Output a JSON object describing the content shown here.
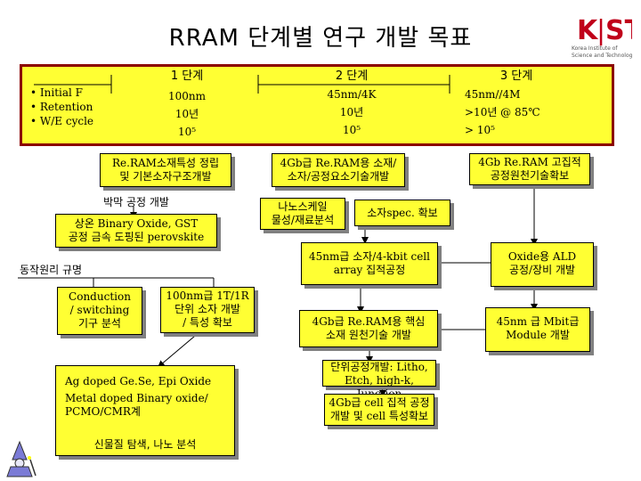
{
  "title": "RRAM 단계별 연구 개발 목표",
  "logo": {
    "text": "K|ST",
    "sub1": "Korea Institute of",
    "sub2": "Science and Technology"
  },
  "stages": {
    "s1": {
      "label": "1 단계",
      "size": "100nm",
      "years": "10년",
      "cycles": "10⁵"
    },
    "s2": {
      "label": "2 단계",
      "size": "45nm/4K",
      "years": "10년",
      "cycles": "10⁵"
    },
    "s3": {
      "label": "3 단계",
      "size": "45nm//4M",
      "years": ">10년 @ 85℃",
      "cycles": "> 10⁵"
    }
  },
  "criteria": [
    "• Initial F",
    "• Retention",
    "• W/E cycle"
  ],
  "boxes": {
    "b1": {
      "l1": "Re.RAM소재특성 정립",
      "l2": "및 기본소자구조개발"
    },
    "b2": {
      "l1": "4Gb급 Re.RAM용 소재/",
      "l2": "소자/공정요소기술개발"
    },
    "b3": {
      "l1": "4Gb Re.RAM 고집적",
      "l2": "공정원천기술확보"
    },
    "thinfilm": "박막 공정 개발",
    "roomtemp": {
      "l1": "상온 Binary Oxide, GST",
      "l2": "공정 금속 도핑된 perovskite"
    },
    "mechanism": "동작원리 규명",
    "conduction": {
      "l1": "Conduction",
      "l2": "/ switching",
      "l3": "기구 분석"
    },
    "unit100": {
      "l1": "100nm급 1T/1R",
      "l2": "단위 소자 개발",
      "l3": "/ 특성 확보"
    },
    "materials": {
      "l1": "Ag doped Ge.Se, Epi Oxide",
      "l2": "Metal doped Binary oxide/",
      "l3": "PCMO/CMR계",
      "l4": "신물질 탐색, 나노 분석"
    },
    "nanoscale": {
      "l1": "나노스케일",
      "l2": "물성/재료분석"
    },
    "spec": "소자spec. 확보",
    "n45": {
      "l1": "45nm급 소자/4-kbit cell",
      "l2": "array 집적공정"
    },
    "ald": {
      "l1": "Oxide용 ALD",
      "l2": "공정/장비 개발"
    },
    "core4gb": {
      "l1": "4Gb급 Re.RAM용 핵심",
      "l2": "소재 원천기술 개발"
    },
    "mbit": {
      "l1": "45nm 급 Mbit급",
      "l2": "Module 개발"
    },
    "unitproc": {
      "l1": "단위공정개발: Litho,",
      "l2": "Etch, high-k, Junction"
    },
    "cell4gb": {
      "l1": "4Gb급 cell 집적 공정",
      "l2": "개발 및 cell 특성확보"
    }
  },
  "colors": {
    "band": "#ffff33",
    "border": "#8b0000",
    "logo_red": "#c0001a"
  }
}
